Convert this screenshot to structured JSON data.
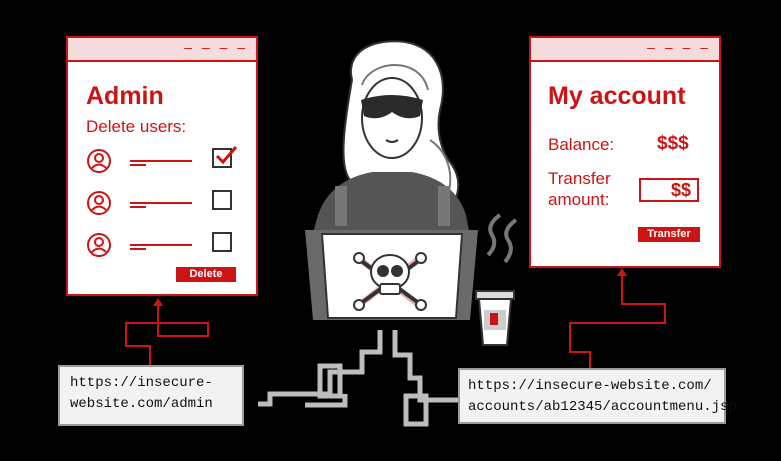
{
  "admin_panel": {
    "title": "Admin",
    "subtitle": "Delete users:",
    "window_controls": "– – – –",
    "users": [
      {
        "icon": "user-avatar-icon",
        "checked": true
      },
      {
        "icon": "user-avatar-icon",
        "checked": false
      },
      {
        "icon": "user-avatar-icon",
        "checked": false
      }
    ],
    "delete_label": "Delete",
    "url_line1": "https://insecure-",
    "url_line2": "website.com/admin"
  },
  "account_panel": {
    "title": "My account",
    "window_controls": "– – – –",
    "balance_label": "Balance:",
    "balance_value": "$$$",
    "transfer_label_line1": "Transfer",
    "transfer_label_line2": "amount:",
    "transfer_value": "$$",
    "transfer_button": "Transfer",
    "url_line1": "https://insecure-website.com/",
    "url_line2": "accounts/ab12345/accountmenu.jsp"
  },
  "attacker": {
    "icon": "masked-attacker-icon",
    "laptop_icon": "skull-crossbones-icon",
    "cup_icon": "coffee-cup-icon"
  },
  "colors": {
    "accent": "#cc1414",
    "titlebar": "#f4dcdc",
    "background": "#000000",
    "url_box": "#f2f2f2"
  }
}
